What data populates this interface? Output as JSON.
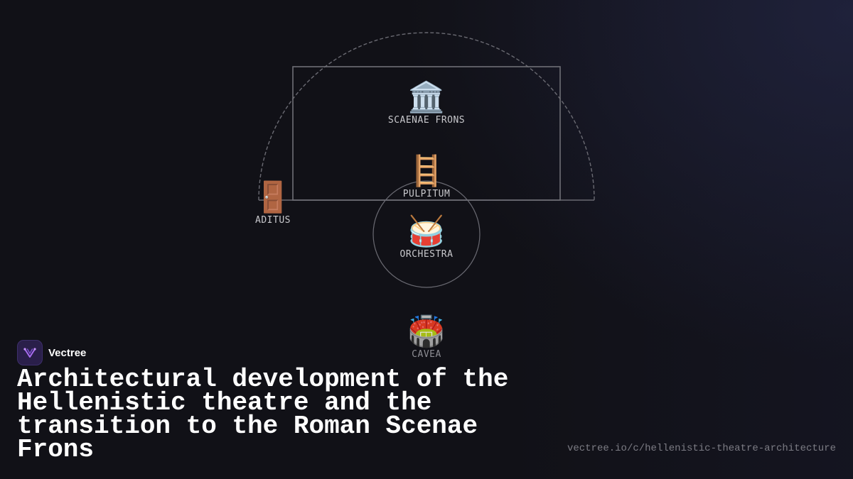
{
  "brand": {
    "name": "Vectree"
  },
  "title": "Architectural development of the Hellenistic theatre and the transition to the Roman Scenae Frons",
  "url": "vectree.io/c/hellenistic-theatre-architecture",
  "nodes": {
    "scaenae_frons": {
      "icon": "🏛️",
      "icon_name": "classical-building-icon",
      "label": "SCAENAE FRONS"
    },
    "pulpitum": {
      "icon": "🪜",
      "icon_name": "ladder-icon",
      "label": "PULPITUM"
    },
    "aditus": {
      "icon": "🚪",
      "icon_name": "door-icon",
      "label": "ADITUS"
    },
    "orchestra": {
      "icon": "🥁",
      "icon_name": "drum-icon",
      "label": "ORCHESTRA"
    },
    "cavea": {
      "icon": "🏟️",
      "icon_name": "stadium-icon",
      "label": "CAVEA"
    }
  },
  "colors": {
    "background": "#111117",
    "outline": "#6f6f76",
    "label": "#c8c8cc",
    "logo_accent": "#a86cf0"
  }
}
